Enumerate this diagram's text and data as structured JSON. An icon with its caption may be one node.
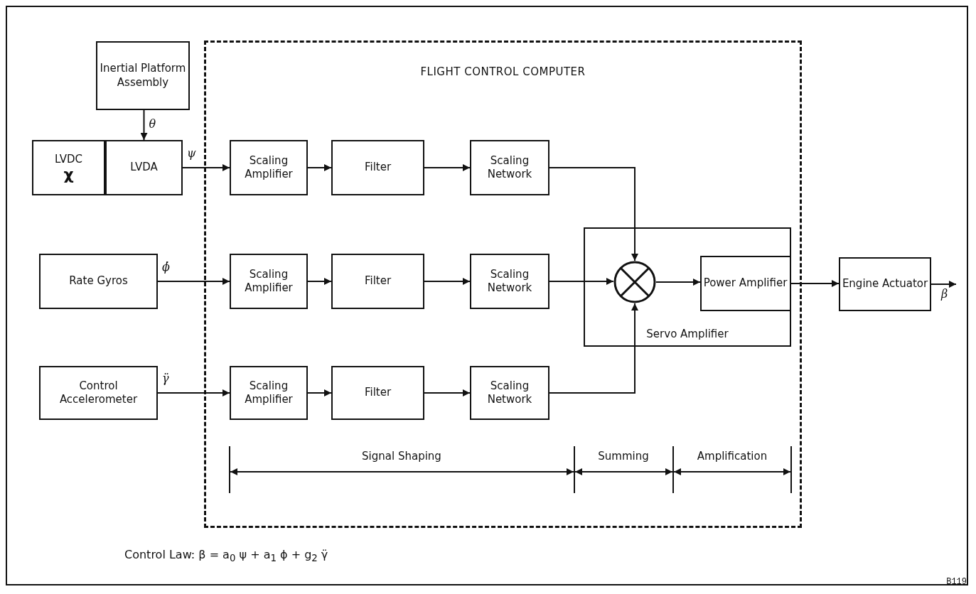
{
  "diagram": {
    "nodes": [
      {
        "text": [
          "FLIGHT CONTROL COMPUTER"
        ]
      },
      {
        "text": [
          "Inertial Platform Assembly"
        ]
      },
      {
        "text": [
          "LVDC",
          "χ"
        ]
      },
      {
        "text": [
          "LVDA"
        ]
      },
      {
        "text": [
          "Rate Gyros"
        ]
      },
      {
        "text": [
          "Control Accelerometer"
        ]
      },
      {
        "text": [
          "Scaling Amplifier"
        ],
        "in": 0
      },
      {
        "text": [
          "Filter"
        ],
        "in": 0
      },
      {
        "text": [
          "Scaling Network"
        ],
        "in": 0
      },
      {
        "text": [
          "Scaling Amplifier"
        ],
        "in": 0
      },
      {
        "text": [
          "Filter"
        ],
        "in": 0
      },
      {
        "text": [
          "Scaling Network"
        ],
        "in": 0
      },
      {
        "text": [
          "Scaling Amplifier"
        ],
        "in": 0
      },
      {
        "text": [
          "Filter"
        ],
        "in": 0
      },
      {
        "text": [
          "Scaling Network"
        ],
        "in": 0
      },
      {
        "text": [
          "Servo Amplifier"
        ],
        "in": 0
      },
      {
        "text": [],
        "shape": "circle",
        "in": 15
      },
      {
        "text": [
          "Power Amplifier"
        ],
        "in": 15
      },
      {
        "text": [
          "Engine Actuator"
        ]
      }
    ],
    "edges": [
      {
        "from": 1,
        "to": 3,
        "arrow": "to",
        "label": "θ"
      },
      {
        "from": 3,
        "to": 6,
        "arrow": "to",
        "label": "ψ"
      },
      {
        "from": 4,
        "to": 9,
        "arrow": "to",
        "label": "ϕ̇"
      },
      {
        "from": 5,
        "to": 12,
        "arrow": "to",
        "label": "γ̈"
      },
      {
        "from": 6,
        "to": 7,
        "arrow": "to"
      },
      {
        "from": 7,
        "to": 8,
        "arrow": "to"
      },
      {
        "from": 9,
        "to": 10,
        "arrow": "to"
      },
      {
        "from": 10,
        "to": 11,
        "arrow": "to"
      },
      {
        "from": 12,
        "to": 13,
        "arrow": "to"
      },
      {
        "from": 13,
        "to": 14,
        "arrow": "to"
      },
      {
        "from": 8,
        "to": 16,
        "arrow": "to"
      },
      {
        "from": 11,
        "to": 16,
        "arrow": "to"
      },
      {
        "from": 14,
        "to": 16,
        "arrow": "to"
      },
      {
        "from": 16,
        "to": 17,
        "arrow": "to"
      },
      {
        "from": 17,
        "to": 18,
        "arrow": "to"
      },
      {
        "from": 18,
        "to": null,
        "arrow": "to",
        "label": "β"
      }
    ],
    "labels": [
      "Signal Shaping",
      "Summing",
      "Amplification",
      "Control Law: β = a$_{0}$ ψ + a$_{1}$ ϕ + g$_{2}$ γ̈",
      "B119"
    ]
  }
}
